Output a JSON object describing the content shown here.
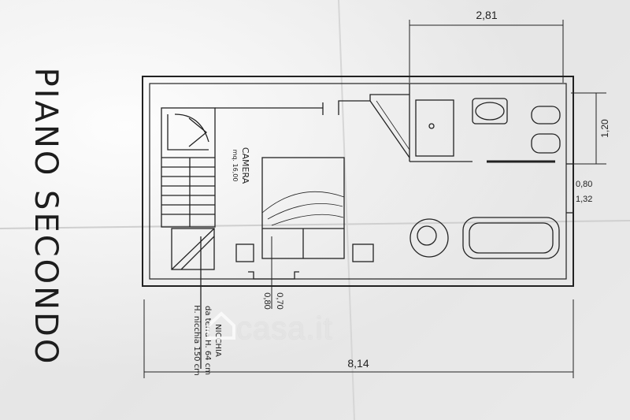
{
  "plan": {
    "title": "PIANO SECONDO",
    "room_name": "CAMERA",
    "room_area": "mq. 16,00",
    "niche_line1": "NICCHIA",
    "niche_line2": "da terra H. 64 cm",
    "niche_line3": "H. nicchia 150 cm"
  },
  "dimensions": {
    "top_width": "2,81",
    "right_height": "1,20",
    "opening_small": "0,80",
    "opening_large": "1,32",
    "bottom_total": "8,14",
    "window_a": "0,80",
    "window_b": "0,70"
  },
  "watermark": {
    "text": "casa.it"
  },
  "colors": {
    "ink": "#222222",
    "paper": "#ececec",
    "watermark": "#ffffff"
  }
}
